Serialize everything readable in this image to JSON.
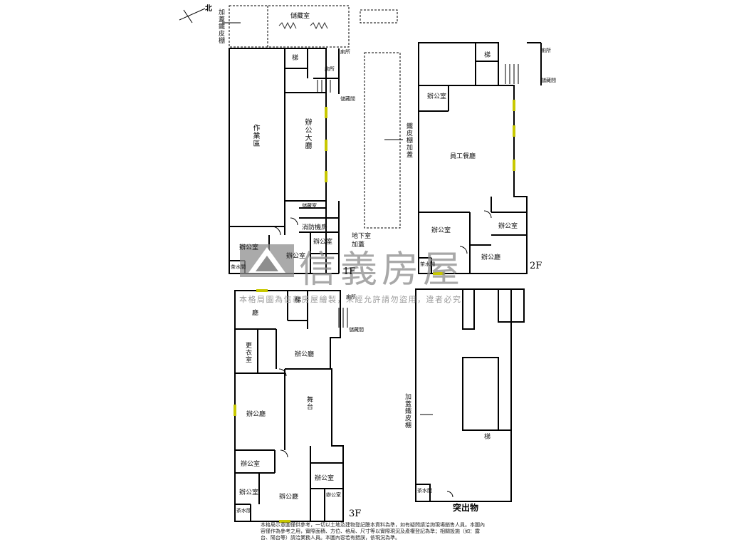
{
  "compass": {
    "label": "北"
  },
  "floors": {
    "f1": "1F",
    "f2": "2F",
    "f3": "3F",
    "roof": "突出物"
  },
  "rooms_1f": {
    "storage_top": "儲藏室",
    "addon_shed": "加蓋鐵皮棚",
    "work_area": "作業區",
    "office_hall": "辦公大廳",
    "stair": "梯",
    "wc": "廁所",
    "storage": "儲藏間",
    "storage_room": "儲藏室",
    "fire_room": "消防機房",
    "office_room": "辦公室",
    "office": "辦公室",
    "office2": "辦公室",
    "pantry": "茶水間",
    "basement": "地下室",
    "addon": "加蓋",
    "wc_top": "廁所"
  },
  "rooms_shed": {
    "label": "鐵皮棚加蓋"
  },
  "rooms_2f": {
    "stair": "梯",
    "office_room": "辦公室",
    "staff_cafeteria": "員工餐廳",
    "office_a": "辦公室",
    "office_b": "辦公室",
    "office_hall": "辦公廳",
    "wc": "廁所",
    "storage": "儲藏間",
    "pantry": "茶水間"
  },
  "rooms_3f": {
    "hall": "廳",
    "stair": "梯",
    "changing": "更衣室",
    "office_hall_a": "辦公廳",
    "office_hall_b": "辦公廳",
    "stage": "舞台",
    "office_room": "辦公室",
    "office_room2": "辦公室",
    "office_c": "辦公室",
    "office_hall_c": "辦公廳",
    "office_small": "辦公室",
    "pantry": "茶水間",
    "wc": "廁所",
    "storage": "儲藏間"
  },
  "rooms_roof": {
    "addon_shed": "加蓋鐵皮棚",
    "stair": "梯",
    "pantry": "茶水間"
  },
  "watermark": {
    "brand": "信義房屋",
    "note": "本格局圖為信義房屋繪製，未經允許請勿盜用，違者必究"
  },
  "disclaimer": "本格局示意圖僅供參考，一切以土地及建物登記謄本資料為準，如有疑問請洽詢現場銷售人員。本圖內容僅作為參考之用，實際面積、方位、格局、尺寸等以實際現況及產權登記為準；相關設施（如：露台、陽台等）請洽業務人員。本圖內容若有錯誤，依現況為準。"
}
